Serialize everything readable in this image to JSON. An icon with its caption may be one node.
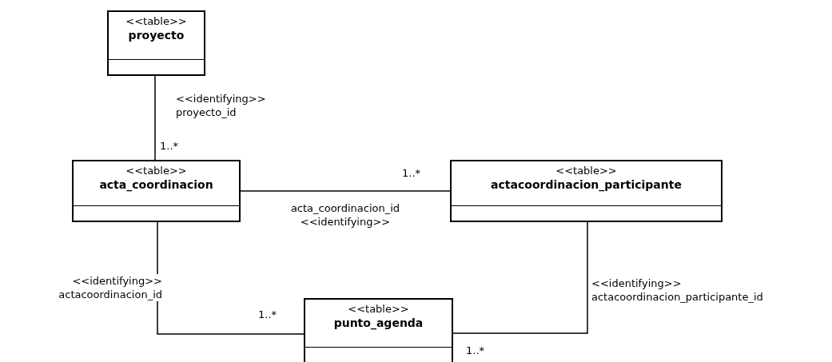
{
  "diagram": {
    "nodes": [
      {
        "text": [
          "<<table>>",
          "proyecto"
        ]
      },
      {
        "text": [
          "<<table>>",
          "acta_coordinacion"
        ]
      },
      {
        "text": [
          "<<table>>",
          "actacoordinacion_participante"
        ]
      },
      {
        "text": [
          "<<table>>",
          "punto_agenda"
        ]
      }
    ],
    "edges": [
      {
        "from": 0,
        "to": 1,
        "arrow": "none",
        "label": "<<identifying>> proyecto_id"
      },
      {
        "from": 1,
        "to": 2,
        "arrow": "none",
        "label": "acta_coordinacion_id <<identifying>>"
      },
      {
        "from": 1,
        "to": 3,
        "arrow": "none",
        "label": "<<identifying>> actacoordinacion_id"
      },
      {
        "from": 2,
        "to": 3,
        "arrow": "none",
        "label": "<<identifying>> actacoordinacion_participante_id"
      }
    ],
    "labels": [
      "1..*",
      "1..*",
      "1..*",
      "1..*"
    ]
  }
}
